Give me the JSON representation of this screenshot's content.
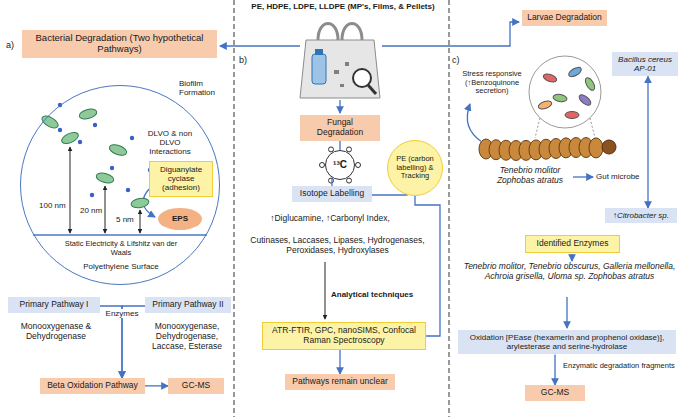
{
  "diagram": {
    "nodes": [
      {
        "text": [
          "Bacterial Degradation (Two hypothetical Pathways)"
        ]
      },
      {
        "text": [
          "Biofilm Formation",
          "DLVO & non DLVO Interactions",
          "100 nm",
          "20 nm",
          "5 nm",
          "Static Electricity & Lifshitz van der Waals",
          "Polyethylene Surface"
        ]
      },
      {
        "text": [
          "Diguanylate cyclase (adhesion)"
        ],
        "in": 1
      },
      {
        "text": [
          "EPS"
        ],
        "in": 1
      },
      {
        "text": [
          "Primary Pathway I"
        ]
      },
      {
        "text": [
          "Primary Pathway II"
        ]
      },
      {
        "text": [
          "Beta Oxidation Pathway"
        ]
      },
      {
        "text": [
          "GC-MS"
        ]
      },
      {
        "text": [
          "Fungal Degradation"
        ]
      },
      {
        "text": [
          "¹³C"
        ]
      },
      {
        "text": [
          "Isotope Labelling"
        ]
      },
      {
        "text": [
          "PE (carbon labelling) & Tracking"
        ]
      },
      {
        "text": [
          "ATR-FTIR, GPC, nanoSIMS, Confocal Raman Spectroscopy"
        ]
      },
      {
        "text": [
          "Pathways remain unclear"
        ]
      },
      {
        "text": [
          "Larvae Degradation"
        ]
      },
      {
        "text": [
          "Bacillus cereus AP-01"
        ]
      },
      {
        "text": [
          "↑Citrobacter sp."
        ]
      },
      {
        "text": [
          "Identified Enzymes"
        ]
      },
      {
        "text": [
          "Oxidation [PEase (hexamerin and prophenol oxidase)], arylesterase and serine-hydrolase"
        ]
      },
      {
        "text": [
          "GC-MS"
        ]
      }
    ],
    "edges": [
      {
        "from": 4,
        "to": 6,
        "arrow": "to"
      },
      {
        "from": 5,
        "to": 6,
        "arrow": "to"
      },
      {
        "from": 6,
        "to": 7,
        "arrow": "to"
      },
      {
        "from": 8,
        "to": 9,
        "arrow": "none"
      },
      {
        "from": 9,
        "to": 10,
        "arrow": "none"
      },
      {
        "from": 10,
        "to": 11,
        "arrow": "none"
      },
      {
        "from": 11,
        "to": 12,
        "arrow": "none"
      },
      {
        "from": 12,
        "to": 13,
        "arrow": "to"
      },
      {
        "from": 15,
        "to": 16,
        "arrow": "both"
      },
      {
        "from": 18,
        "to": 19,
        "arrow": "to",
        "label": "Enzymatic degradation fragments"
      }
    ],
    "labels": [
      "PE, HDPE, LDPE, LLDPE (MP's, Films, & Pellets)",
      "a)",
      "Enzymes",
      "Monooxygenase & Dehydrogenase",
      "Monooxygenase, Dehydrogenase, Laccase, Esterase",
      "b)",
      "↑Diglucamine, ↑Carbonyl Index,",
      "Cutinases, Laccases, Lipases, Hydrogenases, Peroxidases, Hydroxylases",
      "Analytical techniques",
      "c)",
      "Stress responsive (↑Benzoquinone secretion)",
      "Tenebrio molitor Zophobas atratus",
      "Gut microbe",
      "Tenebrio molitor, Tenebrio obscurus, Galleria mellonella, Achroia grisella, Uloma sp. Zophobas atratus"
    ]
  }
}
